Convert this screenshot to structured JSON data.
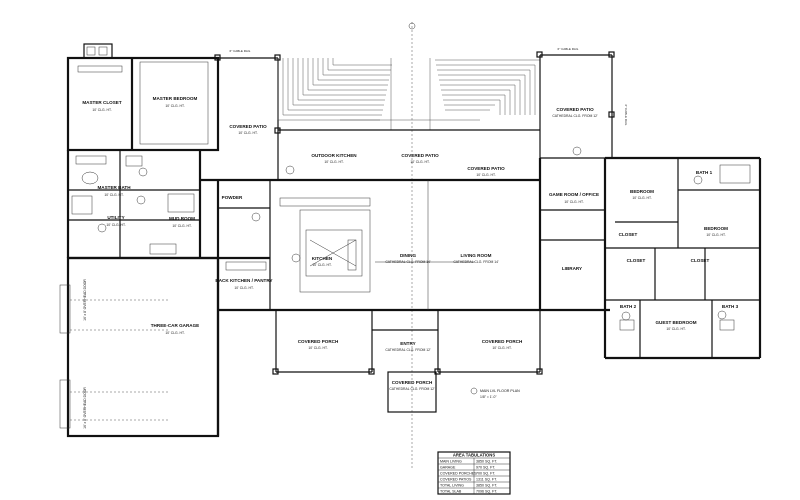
{
  "plan": {
    "title": "MAIN LVL FLOOR PLAN",
    "scale": "1/8\" = 1'-0\"",
    "gable_left": "6\" CABLE RAIL",
    "gable_right": "6\" CABLE RAIL",
    "gable_side": "6\" CABLE RAIL"
  },
  "rooms": [
    {
      "id": "master-closet",
      "name": "MASTER CLOSET",
      "clg": "10' CLG. HT."
    },
    {
      "id": "master-bedroom",
      "name": "MASTER BEDROOM",
      "clg": "10' CLG. HT."
    },
    {
      "id": "covered-patio-left",
      "name": "COVERED PATIO",
      "clg": "10' CLG. HT."
    },
    {
      "id": "outdoor-kitchen",
      "name": "OUTDOOR KITCHEN",
      "clg": "10' CLG. HT."
    },
    {
      "id": "covered-patio-mid",
      "name": "COVERED PATIO",
      "clg": "10' CLG. HT."
    },
    {
      "id": "covered-patio-mid2",
      "name": "COVERED PATIO",
      "clg": "10' CLG. HT."
    },
    {
      "id": "covered-patio-right",
      "name": "COVERED PATIO",
      "clg": "CATHEDRAL CLG. FROM 12'"
    },
    {
      "id": "master-bath",
      "name": "MASTER BATH",
      "clg": "10' CLG. HT."
    },
    {
      "id": "utility",
      "name": "UTILITY",
      "clg": "10' CLG. HT."
    },
    {
      "id": "mud-room",
      "name": "MUD ROOM",
      "clg": "10' CLG. HT."
    },
    {
      "id": "powder",
      "name": "POWDER",
      "clg": ""
    },
    {
      "id": "kitchen",
      "name": "KITCHEN",
      "clg": "10' CLG. HT."
    },
    {
      "id": "back-kitchen",
      "name": "BACK KITCHEN / PANTRY",
      "clg": "10' CLG. HT."
    },
    {
      "id": "dining",
      "name": "DINING",
      "clg": "CATHEDRAL CLG. FROM 14'"
    },
    {
      "id": "living-room",
      "name": "LIVING ROOM",
      "clg": "CATHEDRAL CLG. FROM 14'"
    },
    {
      "id": "game-room",
      "name": "GAME ROOM / OFFICE",
      "clg": "10' CLG. HT."
    },
    {
      "id": "library",
      "name": "LIBRARY",
      "clg": ""
    },
    {
      "id": "bedroom-1",
      "name": "BEDROOM",
      "clg": "10' CLG. HT."
    },
    {
      "id": "bath-1",
      "name": "BATH 1",
      "clg": ""
    },
    {
      "id": "bedroom-2",
      "name": "BEDROOM",
      "clg": "10' CLG. HT."
    },
    {
      "id": "closet-1",
      "name": "CLOSET",
      "clg": ""
    },
    {
      "id": "closet-2",
      "name": "CLOSET",
      "clg": ""
    },
    {
      "id": "closet-3",
      "name": "CLOSET",
      "clg": ""
    },
    {
      "id": "bath-2",
      "name": "BATH 2",
      "clg": ""
    },
    {
      "id": "bath-3",
      "name": "BATH 3",
      "clg": ""
    },
    {
      "id": "guest-bedroom",
      "name": "GUEST BEDROOM",
      "clg": "10' CLG. HT."
    },
    {
      "id": "garage",
      "name": "THREE-CAR GARAGE",
      "clg": "10' CLG. HT."
    },
    {
      "id": "covered-porch-left",
      "name": "COVERED PORCH",
      "clg": "10' CLG. HT."
    },
    {
      "id": "entry",
      "name": "ENTRY",
      "clg": "CATHEDRAL CLG. FROM 12'"
    },
    {
      "id": "covered-porch-right",
      "name": "COVERED PORCH",
      "clg": "10' CLG. HT."
    },
    {
      "id": "covered-porch-front",
      "name": "COVERED PORCH",
      "clg": "CATHEDRAL CLG. FROM 12'"
    }
  ],
  "area_table": {
    "title": "AREA TABULATIONS",
    "rows": [
      {
        "label": "MAIN LIVING",
        "value": "3850 SQ. FT."
      },
      {
        "label": "GARAGE",
        "value": "970 SQ. FT."
      },
      {
        "label": "COVERED PORCHES",
        "value": "700 SQ. FT."
      },
      {
        "label": "COVERED PATIOS",
        "value": "1311 SQ. FT."
      },
      {
        "label": "TOTAL LIVING",
        "value": "3850 SQ. FT."
      },
      {
        "label": "TOTAL SLAB",
        "value": "7096 SQ. FT."
      }
    ]
  }
}
